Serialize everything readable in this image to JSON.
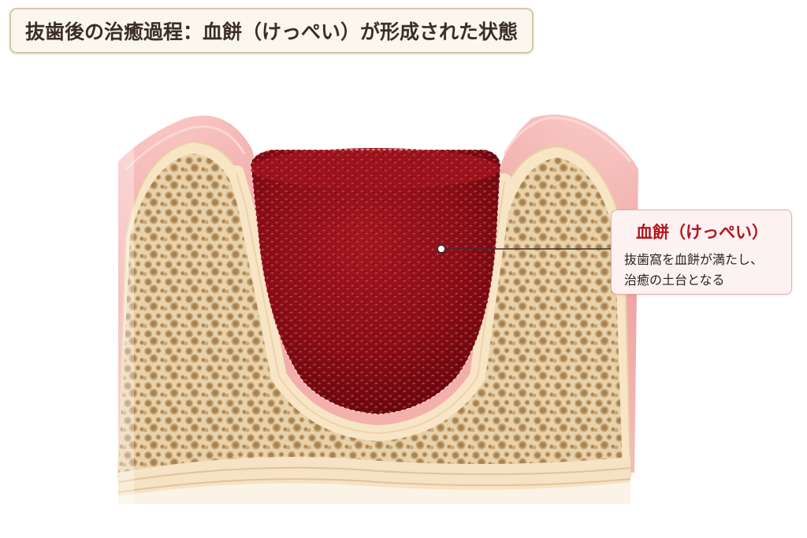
{
  "title": "抜歯後の治癒過程：血餅（けっぺい）が形成された状態",
  "callout": {
    "title": "血餅（けっぺい）",
    "line1": "抜歯窩を血餅が満たし、",
    "line2": "治癒の土台となる"
  },
  "colors": {
    "blood_clot": "#8c0f16",
    "gum": "#f1a8a6",
    "cortical_bone": "#f6e3c4",
    "cancellous_bone": "#d9bc92",
    "callout_accent": "#b3141e",
    "title_border": "#d9c6a8"
  }
}
